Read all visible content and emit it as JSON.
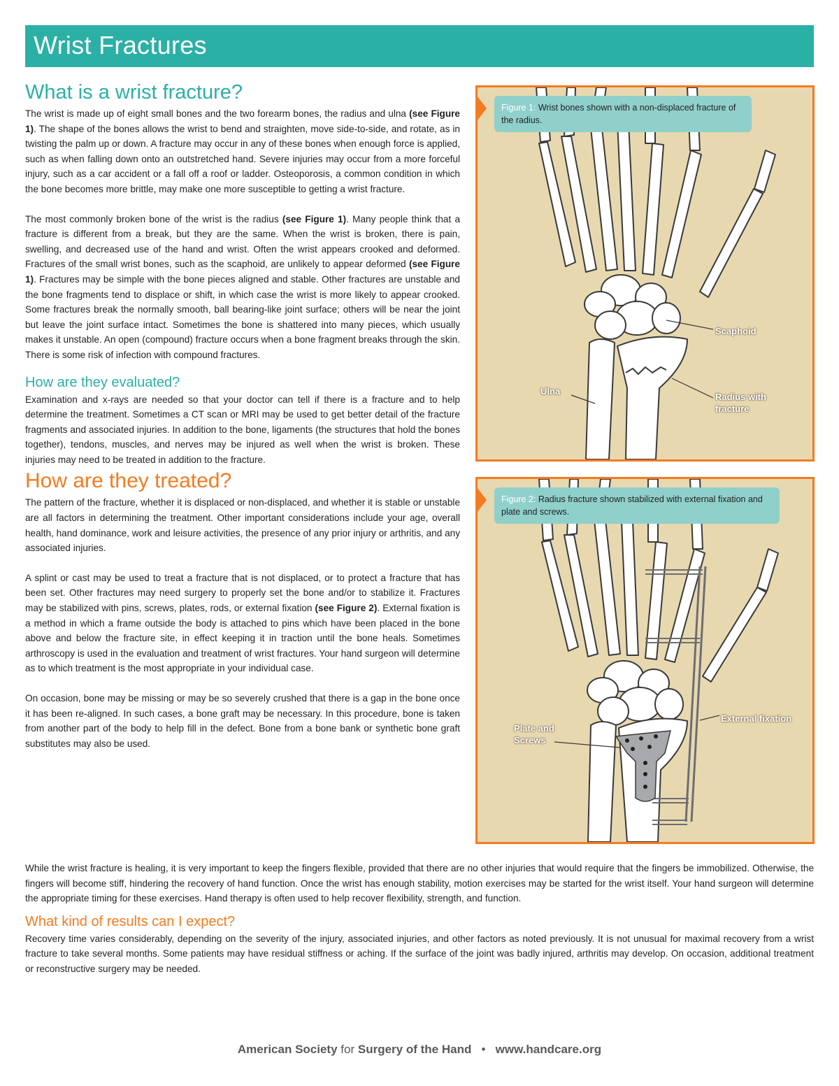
{
  "header": {
    "title": "Wrist Fractures"
  },
  "sections": {
    "what_is": {
      "heading": "What is a wrist fracture?",
      "p1_a": "The wrist is made up of eight small bones and the two forearm bones, the radius and ulna ",
      "p1_ref": "(see Figure 1)",
      "p1_b": ". The shape of the bones allows the wrist to bend and straighten, move side-to-side, and rotate, as in twisting the palm up or down. A fracture may occur in any of these bones when enough force is applied, such as when falling down onto an outstretched hand.  Severe injuries may occur from a more forceful injury, such as a car accident or a fall off a roof or ladder.  Osteoporosis, a common condition in which the bone becomes more brittle, may make one more susceptible to getting a wrist fracture.",
      "p2_a": "The most commonly broken bone of the wrist is the radius ",
      "p2_ref1": "(see Figure 1)",
      "p2_b": ".  Many people think that a fracture is different from a break, but they are the same.  When the wrist is broken, there is pain, swelling, and decreased use of the hand and wrist.  Often the wrist appears crooked and deformed. Fractures of the small wrist bones, such as the scaphoid, are unlikely to appear deformed  ",
      "p2_ref2": "(see Figure 1)",
      "p2_c": ".  Fractures may be simple with the bone pieces aligned and stable. Other fractures are unstable and the bone fragments tend to displace or shift, in which case the wrist is more likely to appear crooked. Some fractures break the normally smooth, ball bearing-like joint surface; others will be near the joint but leave the joint surface intact.  Sometimes the bone is shattered into many pieces, which usually makes it unstable. An open (compound) fracture occurs when a bone fragment breaks through the skin. There is some risk of infection with compound fractures."
    },
    "evaluated": {
      "heading": "How are they evaluated?",
      "p1": "Examination and x-rays are needed so that your doctor can tell if there is a fracture and to help determine the treatment. Sometimes a CT scan or MRI may be used to get better detail of the fracture fragments and associated injuries. In addition to the bone, ligaments (the structures that hold the bones together), tendons, muscles, and nerves may be injured as well when the wrist is broken. These injuries may need to be treated in addition to the fracture."
    },
    "treated": {
      "heading": "How are they treated?",
      "p1": "The pattern of the fracture, whether it is displaced or non-displaced, and whether it is stable or unstable are all factors in determining the treatment.  Other important considerations include your age, overall health, hand dominance, work and leisure activities, the presence of any prior injury or arthritis, and any associated injuries.",
      "p2_a": "A splint or cast may be used to treat a fracture that is not displaced, or to protect a fracture that has been set. Other fractures may need surgery to properly set the bone and/or to stabilize it. Fractures may be stabilized with pins, screws, plates, rods, or external fixation ",
      "p2_ref": "(see Figure 2)",
      "p2_b": ". External fixation is a method in which a frame outside the body is attached to pins which have been placed in the bone above and below the fracture site, in effect keeping it in traction until the bone heals. Sometimes arthroscopy is used in the evaluation and treatment of wrist fractures. Your hand surgeon will determine as to which treatment is the most appropriate in your individual case.",
      "p3": "On occasion, bone may be missing or may be so severely crushed that there is a gap in the bone once it has been re-aligned. In such cases, a bone graft may be necessary. In this procedure, bone is taken from another part of the body to help fill in the defect. Bone from a bone bank or synthetic bone graft substitutes may also be used.",
      "p4": "While the wrist fracture is healing, it is very important to keep the fingers flexible, provided that there are no other injuries that would require that the fingers be immobilized.  Otherwise, the fingers will become stiff, hindering the recovery of hand function. Once the wrist has enough stability, motion exercises may be started for the wrist itself.  Your hand surgeon will determine the appropriate timing for these exercises. Hand therapy is often used to help recover flexibility, strength, and function."
    },
    "results": {
      "heading": "What kind of results can I expect?",
      "p1": "Recovery time varies considerably, depending on the severity of the injury, associated injuries, and other factors as noted previously.  It is not unusual for maximal recovery from a wrist fracture to take several months.  Some patients may have residual stiffness or aching.  If the surface of the joint was badly injured, arthritis may develop.  On occasion, additional treatment or reconstructive surgery may be needed."
    }
  },
  "figure1": {
    "label": "Figure 1:",
    "caption": " Wrist bones shown with a non-displaced fracture of the radius.",
    "labels": {
      "scaphoid": "Scaphoid",
      "ulna": "Ulna",
      "radius": "Radius with fracture"
    }
  },
  "figure2": {
    "label": "Figure 2:",
    "caption": " Radius fracture shown stabilized with external fixation and plate and screws.",
    "labels": {
      "plate": "Plate and Screws",
      "fixation": "External fixation"
    }
  },
  "footer": {
    "org_a": "American Society",
    "org_for": "for",
    "org_b": "Surgery of the Hand",
    "bullet": "•",
    "url": "www.handcare.org"
  },
  "colors": {
    "teal": "#2bb0a5",
    "orange": "#f47b20",
    "caption_bg": "#8fd0cb",
    "figure_bg": "#e8d8b0",
    "bone": "#ffffff",
    "outline": "#3a3a3a"
  }
}
